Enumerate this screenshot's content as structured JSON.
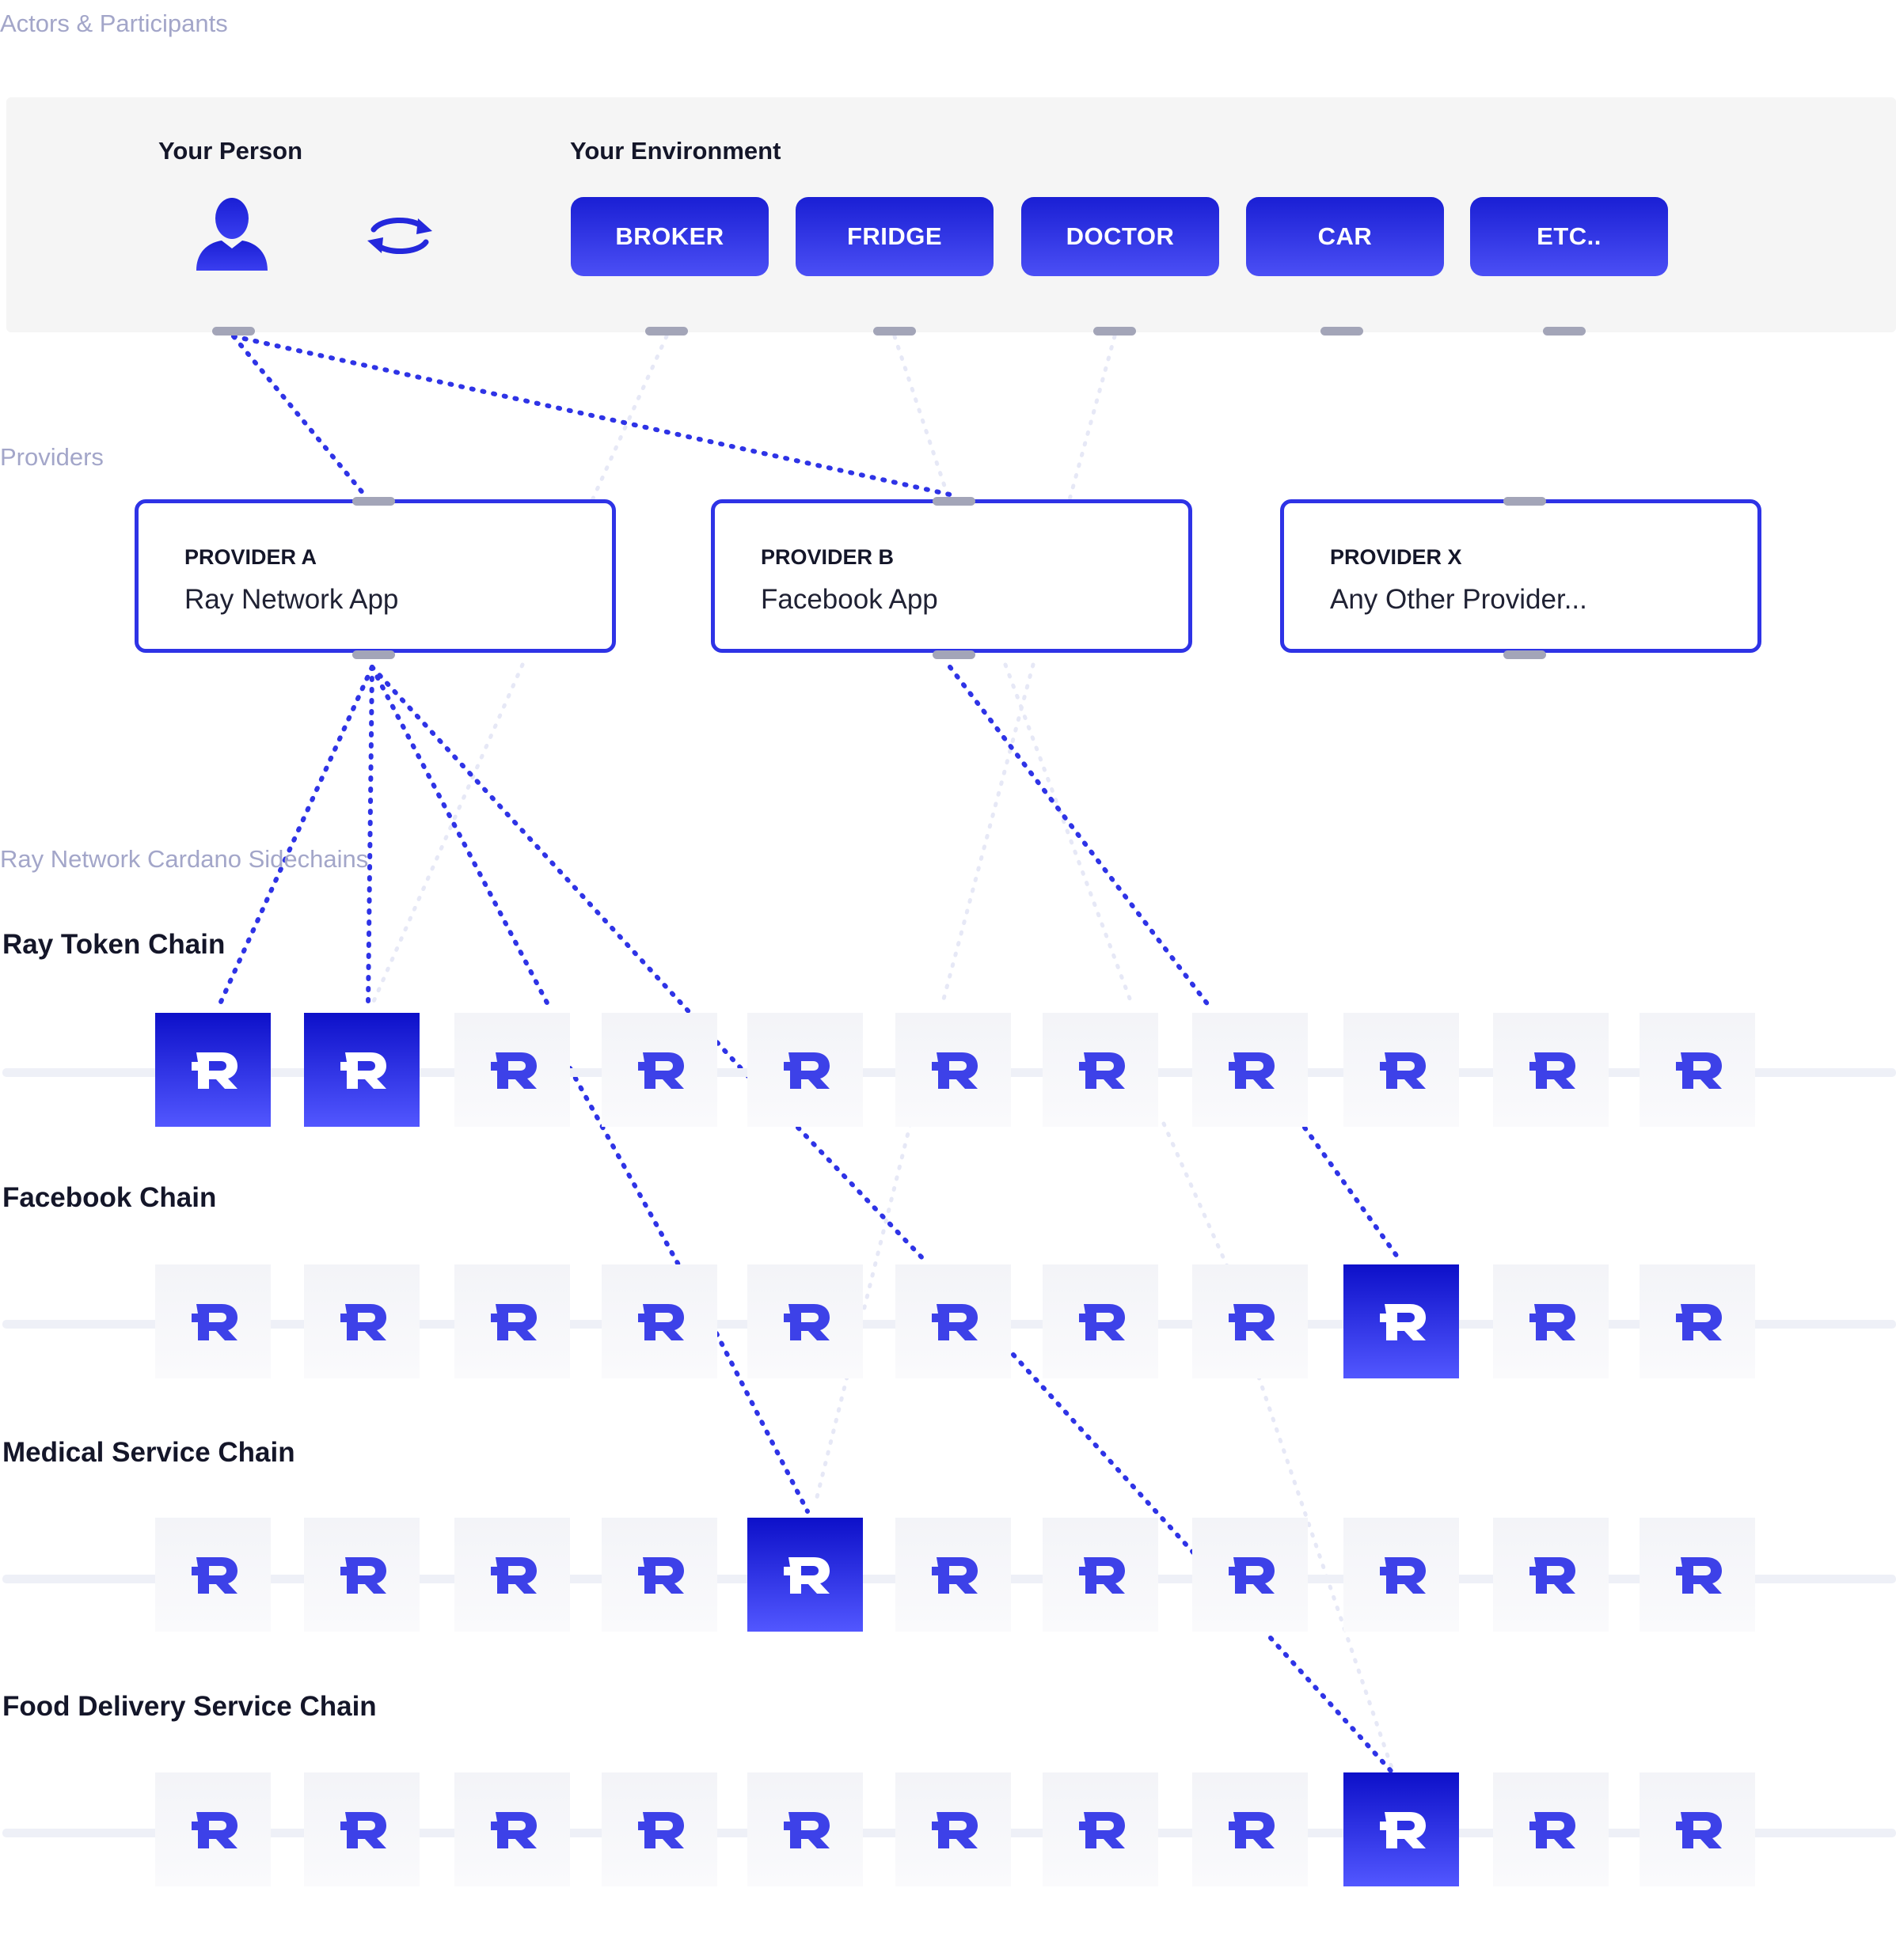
{
  "sections": {
    "actors": "Actors & Participants",
    "providers": "Providers",
    "sidechains": "Ray Network Cardano Sidechains"
  },
  "environment": {
    "person_heading": "Your Person",
    "environment_heading": "Your Environment",
    "buttons": [
      "BROKER",
      "FRIDGE",
      "DOCTOR",
      "CAR",
      "ETC.."
    ]
  },
  "providers": [
    {
      "title": "PROVIDER A",
      "name": "Ray Network App"
    },
    {
      "title": "PROVIDER B",
      "name": "Facebook App"
    },
    {
      "title": "PROVIDER X",
      "name": "Any Other Provider..."
    }
  ],
  "chains": [
    {
      "name": "Ray Token Chain",
      "block_count": 11,
      "active_blocks": [
        1,
        2
      ]
    },
    {
      "name": "Facebook Chain",
      "block_count": 11,
      "active_blocks": [
        9
      ]
    },
    {
      "name": "Medical Service Chain",
      "block_count": 11,
      "active_blocks": [
        5
      ]
    },
    {
      "name": "Food Delivery Service Chain",
      "block_count": 11,
      "active_blocks": [
        9
      ]
    }
  ],
  "icons": {
    "person": "person-icon",
    "sync": "sync-arrows-icon",
    "block": "ray-logo-icon"
  },
  "colors": {
    "accent": "#2e33e6",
    "accent_dark": "#0d10c9",
    "connector": "#a3a5b8",
    "inactive_line": "#e6e8f6",
    "panel": "#f5f5f5",
    "label": "#a3a6c9"
  }
}
